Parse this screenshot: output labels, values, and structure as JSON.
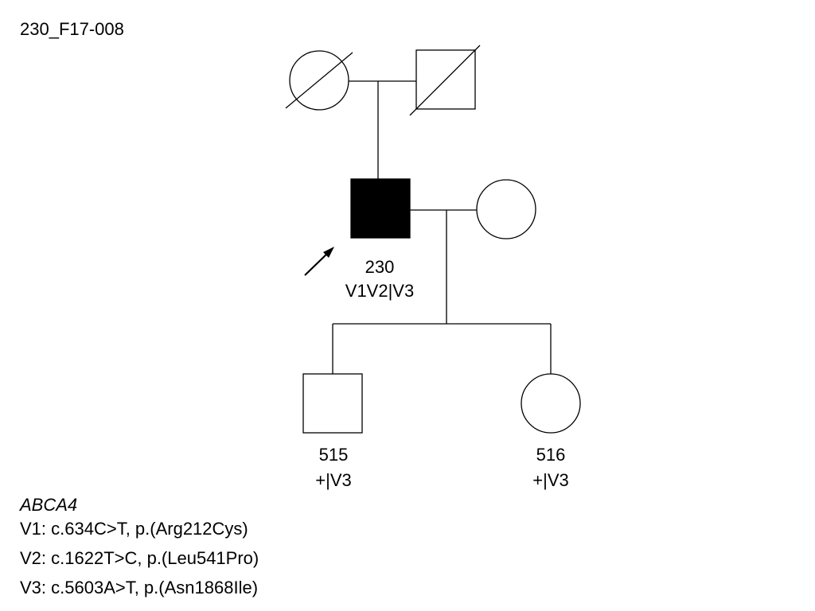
{
  "family_id": "230_F17-008",
  "individuals": {
    "proband": {
      "id": "230",
      "genotype": "V1V2|V3",
      "affected": true,
      "sex": "male"
    },
    "son": {
      "id": "515",
      "genotype": "+|V3",
      "sex": "male"
    },
    "daughter": {
      "id": "516",
      "genotype": "+|V3",
      "sex": "female"
    },
    "grandmother": {
      "sex": "female",
      "deceased": true
    },
    "grandfather": {
      "sex": "male",
      "deceased": true
    },
    "spouse": {
      "sex": "female"
    }
  },
  "legend": {
    "gene": "ABCA4",
    "variants": [
      "V1: c.634C>T, p.(Arg212Cys)",
      "V2: c.1622T>C, p.(Leu541Pro)",
      "V3: c.5603A>T, p.(Asn1868Ile)"
    ]
  },
  "colors": {
    "affected_fill": "#000000",
    "unaffected_fill": "#ffffff",
    "line": "#000000"
  }
}
